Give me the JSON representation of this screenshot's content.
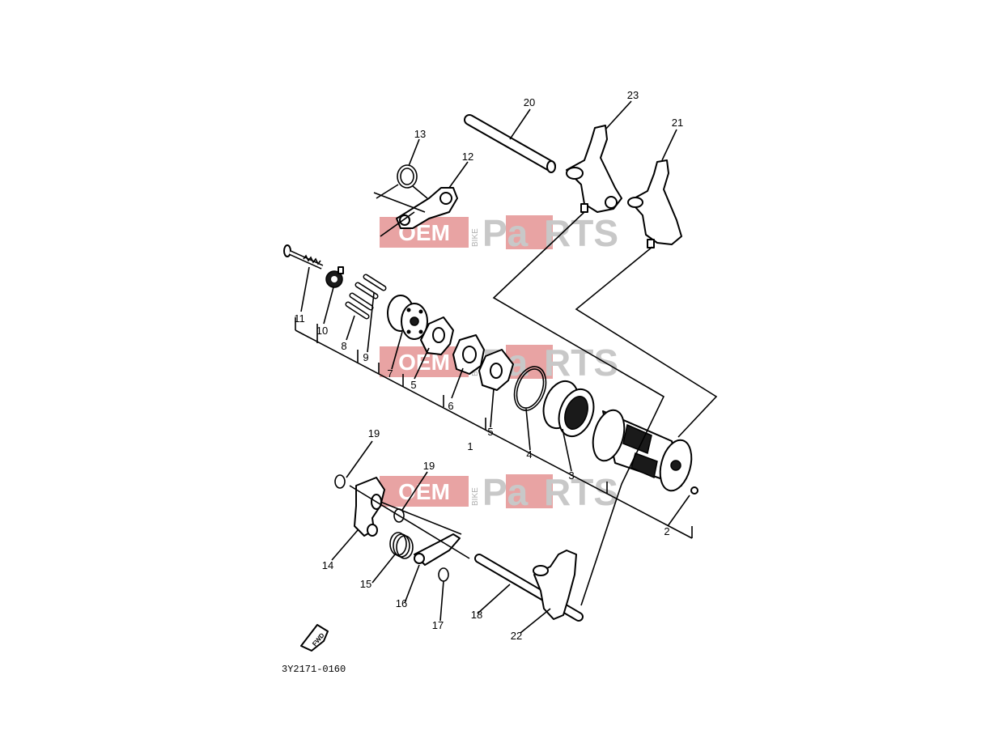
{
  "diagram": {
    "drawing_code": "3Y2171-0160",
    "watermark": {
      "brand": "OEM",
      "vertical": "BIKE",
      "suffix_a": "Pa",
      "suffix_b": "RTS"
    },
    "fwd_label": "FWD",
    "callouts": [
      {
        "id": "c20",
        "label": "20"
      },
      {
        "id": "c23",
        "label": "23"
      },
      {
        "id": "c21",
        "label": "21"
      },
      {
        "id": "c13",
        "label": "13"
      },
      {
        "id": "c12",
        "label": "12"
      },
      {
        "id": "c11",
        "label": "11"
      },
      {
        "id": "c10",
        "label": "10"
      },
      {
        "id": "c8",
        "label": "8"
      },
      {
        "id": "c9",
        "label": "9"
      },
      {
        "id": "c7",
        "label": "7"
      },
      {
        "id": "c5a",
        "label": "5"
      },
      {
        "id": "c6",
        "label": "6"
      },
      {
        "id": "c5b",
        "label": "5"
      },
      {
        "id": "c1",
        "label": "1"
      },
      {
        "id": "c4",
        "label": "4"
      },
      {
        "id": "c3",
        "label": "3"
      },
      {
        "id": "c2",
        "label": "2"
      },
      {
        "id": "c19a",
        "label": "19"
      },
      {
        "id": "c19b",
        "label": "19"
      },
      {
        "id": "c14",
        "label": "14"
      },
      {
        "id": "c15",
        "label": "15"
      },
      {
        "id": "c16",
        "label": "16"
      },
      {
        "id": "c17",
        "label": "17"
      },
      {
        "id": "c18",
        "label": "18"
      },
      {
        "id": "c22",
        "label": "22"
      }
    ]
  }
}
